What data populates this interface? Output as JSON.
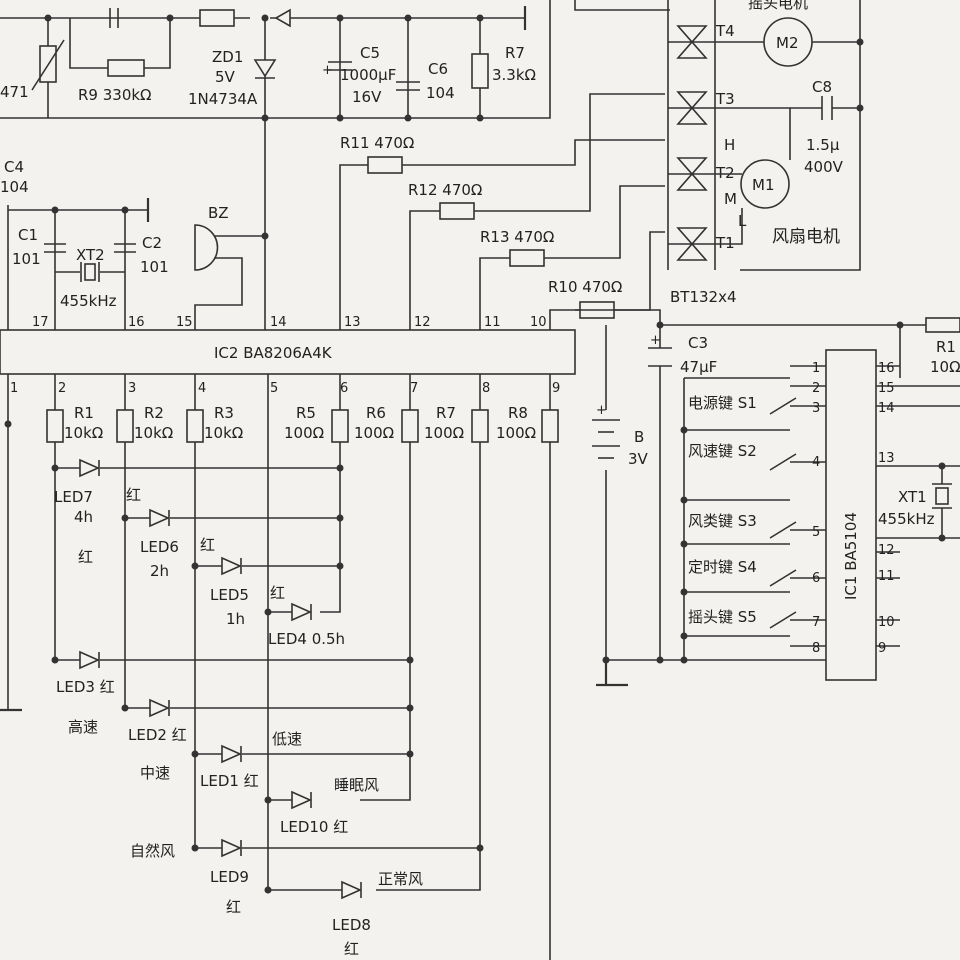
{
  "top": {
    "partial_top_left": "471",
    "r9": "R9  330kΩ",
    "zd1": "ZD1",
    "zd1_v": "5V",
    "zd1_part": "1N4734A",
    "c5": "C5",
    "c5_val": "1000μF",
    "c5_v": "16V",
    "c6": "C6",
    "c6_val": "104",
    "r7top": "R7",
    "r7top_val": "3.3kΩ",
    "c4": "C4",
    "c4_val": "104",
    "c1": "C1",
    "c1_val": "101",
    "xt2": "XT2",
    "xt2_freq": "455kHz",
    "c2": "C2",
    "c2_val": "101",
    "bz": "BZ",
    "r11": "R11  470Ω",
    "r12": "R12  470Ω",
    "r13": "R13  470Ω",
    "r10": "R10  470Ω",
    "t4": "T4",
    "t3": "T3",
    "t2": "T2",
    "t1": "T1",
    "m2": "M2",
    "m1": "M1",
    "c8": "C8",
    "c8_val": "1.5μ",
    "c8_v": "400V",
    "h": "H",
    "m": "M",
    "l": "L",
    "fan_motor": "风扇电机",
    "bt": "BT132x4",
    "swing_motor_partial": "摇头电机"
  },
  "ic2": {
    "label": "IC2  BA8206A4K",
    "top_pins": [
      "17",
      "16",
      "15",
      "14",
      "13",
      "12",
      "11",
      "10"
    ],
    "bottom_pins": [
      "1",
      "2",
      "3",
      "4",
      "5",
      "6",
      "7",
      "8",
      "9"
    ]
  },
  "resistors": [
    {
      "name": "R1",
      "val": "10kΩ"
    },
    {
      "name": "R2",
      "val": "10kΩ"
    },
    {
      "name": "R3",
      "val": "10kΩ"
    },
    {
      "name": "R5",
      "val": "100Ω"
    },
    {
      "name": "R6",
      "val": "100Ω"
    },
    {
      "name": "R7",
      "val": "100Ω"
    },
    {
      "name": "R8",
      "val": "100Ω"
    }
  ],
  "leds": {
    "led7": "LED7",
    "led7_time": "4h",
    "led7_color": "红",
    "led6": "LED6",
    "led6_time": "2h",
    "led6_color": "红",
    "led5": "LED5",
    "led5_time": "1h",
    "led5_color": "红",
    "led4": "LED4  0.5h",
    "led4_color": "红",
    "led3": "LED3 红",
    "led3_mode": "高速",
    "led2": "LED2 红",
    "led2_mode": "中速",
    "led1": "LED1 红",
    "led1_mode": "低速",
    "led10": "LED10 红",
    "led10_mode": "睡眠风",
    "led9": "LED9",
    "led9_color": "红",
    "led9_mode": "自然风",
    "led8": "LED8",
    "led8_color": "红",
    "led8_mode": "正常风"
  },
  "ic1": {
    "label": "IC1  BA5104",
    "left_pins": [
      "1",
      "2",
      "3",
      "4",
      "5",
      "6",
      "7",
      "8"
    ],
    "right_pins": [
      "16",
      "15",
      "14",
      "13",
      "12",
      "11",
      "10",
      "9"
    ],
    "r1": "R1",
    "r1_val": "10Ω",
    "xt1": "XT1",
    "xt1_freq": "455kHz",
    "c3": "C3",
    "c3_val": "47μF",
    "battery": "B",
    "battery_v": "3V",
    "s1": "电源键 S1",
    "s2": "风速键 S2",
    "s3": "风类键 S3",
    "s4": "定时键 S4",
    "s5": "摇头键 S5"
  }
}
